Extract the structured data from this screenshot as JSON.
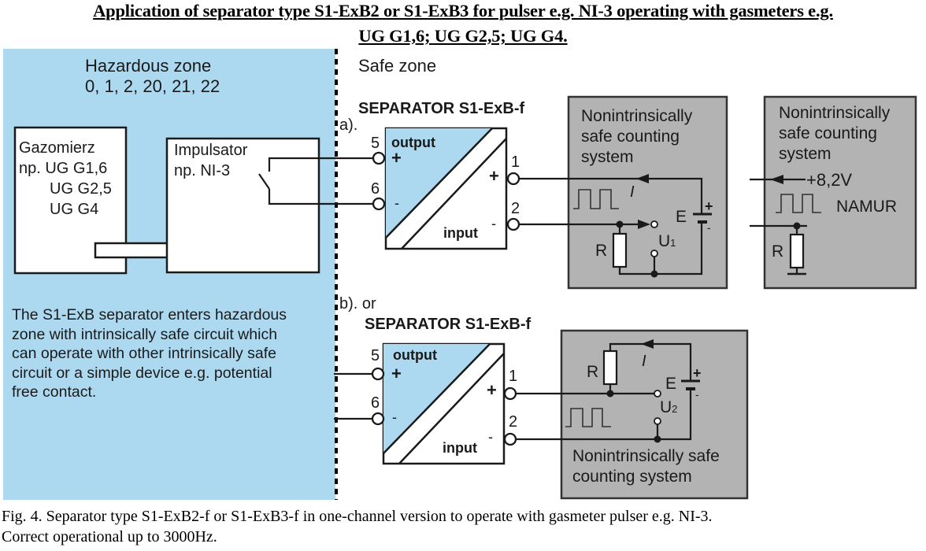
{
  "title": {
    "line1": "Application of separator type S1-ExB2 or S1-ExB3 for pulser e.g. NI-3 operating with gasmeters e.g.",
    "line2": "UG G1,6;  UG G2,5;  UG G4."
  },
  "colors": {
    "hazardous_zone": "#acd9f0",
    "counting_system": "#b3b3b3",
    "separator_fill": "#acd9f0",
    "line": "#1a1a1a"
  },
  "hazardous_zone": {
    "title": "Hazardous zone",
    "zones": "0, 1, 2, 20, 21, 22",
    "note": [
      "The S1-ExB separator enters hazardous",
      "zone with intrinsically safe circuit which",
      "can operate with other intrinsically safe",
      "circuit or a simple device e.g. potential",
      "free contact."
    ]
  },
  "safe_zone": {
    "title": "Safe zone"
  },
  "gasmeter": {
    "lines": [
      "Gazomierz",
      "np. UG G1,6",
      "UG G2,5",
      "UG G4"
    ]
  },
  "pulser": {
    "lines": [
      "Impulsator",
      "np. NI-3"
    ]
  },
  "variant_a": {
    "label": "a).",
    "separator_title": "SEPARATOR S1-ExB-f",
    "output_label": "output",
    "input_label": "input",
    "terminals": {
      "t5": "5",
      "t6": "6",
      "t1": "1",
      "t2": "2"
    },
    "signs": {
      "plus": "+",
      "minus": "-"
    },
    "counting_system": {
      "lines": [
        "Nonintrinsically",
        "safe counting",
        "system"
      ],
      "current": "I",
      "source": "E",
      "resistor": "R",
      "voltage": "U",
      "voltage_sub": "1"
    },
    "namur_system": {
      "lines": [
        "Nonintrinsically",
        "safe counting",
        "system"
      ],
      "voltage": "+8,2V",
      "namur": "NAMUR",
      "resistor": "R"
    }
  },
  "variant_b": {
    "label": "b). or",
    "separator_title": "SEPARATOR S1-ExB-f",
    "output_label": "output",
    "input_label": "input",
    "terminals": {
      "t5": "5",
      "t6": "6",
      "t1": "1",
      "t2": "2"
    },
    "signs": {
      "plus": "+",
      "minus": "-"
    },
    "counting_system": {
      "lines": [
        "Nonintrinsically safe",
        "counting system"
      ],
      "current": "I",
      "source": "E",
      "resistor": "R",
      "voltage": "U",
      "voltage_sub": "2"
    }
  },
  "caption": {
    "line1": "Fig. 4. Separator type S1-ExB2-f or S1-ExB3-f in one-channel version to operate with gasmeter pulser e.g. NI-3.",
    "line2": "Correct operational up to 3000Hz."
  }
}
